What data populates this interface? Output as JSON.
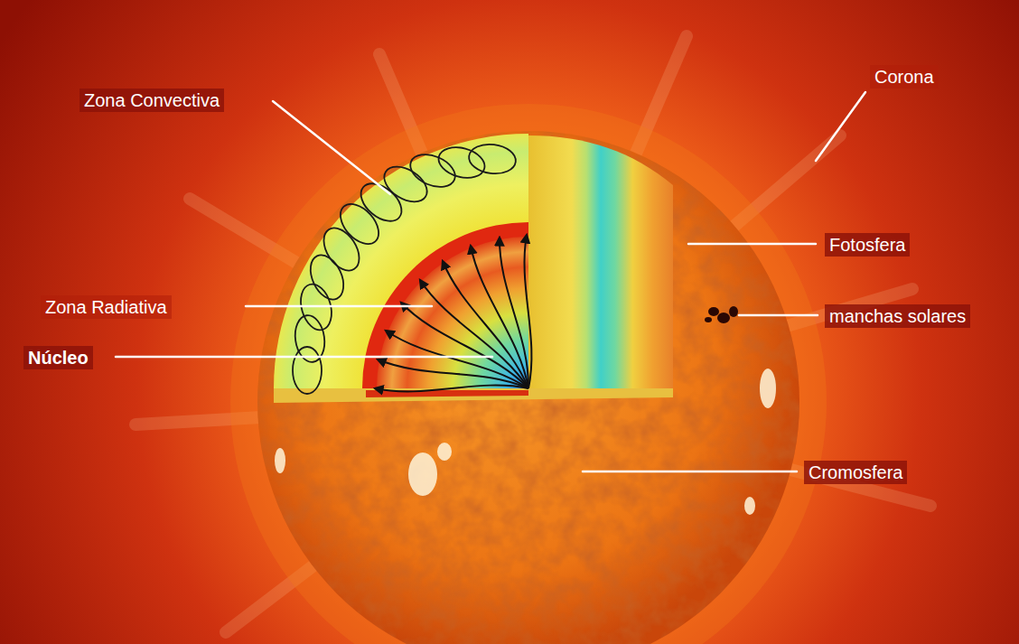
{
  "diagram": {
    "labels": [
      "Zona Convectiva",
      "Corona",
      "Fotosfera",
      "Zona Radiativa",
      "manchas solares",
      "Núcleo",
      "Cromosfera"
    ]
  }
}
